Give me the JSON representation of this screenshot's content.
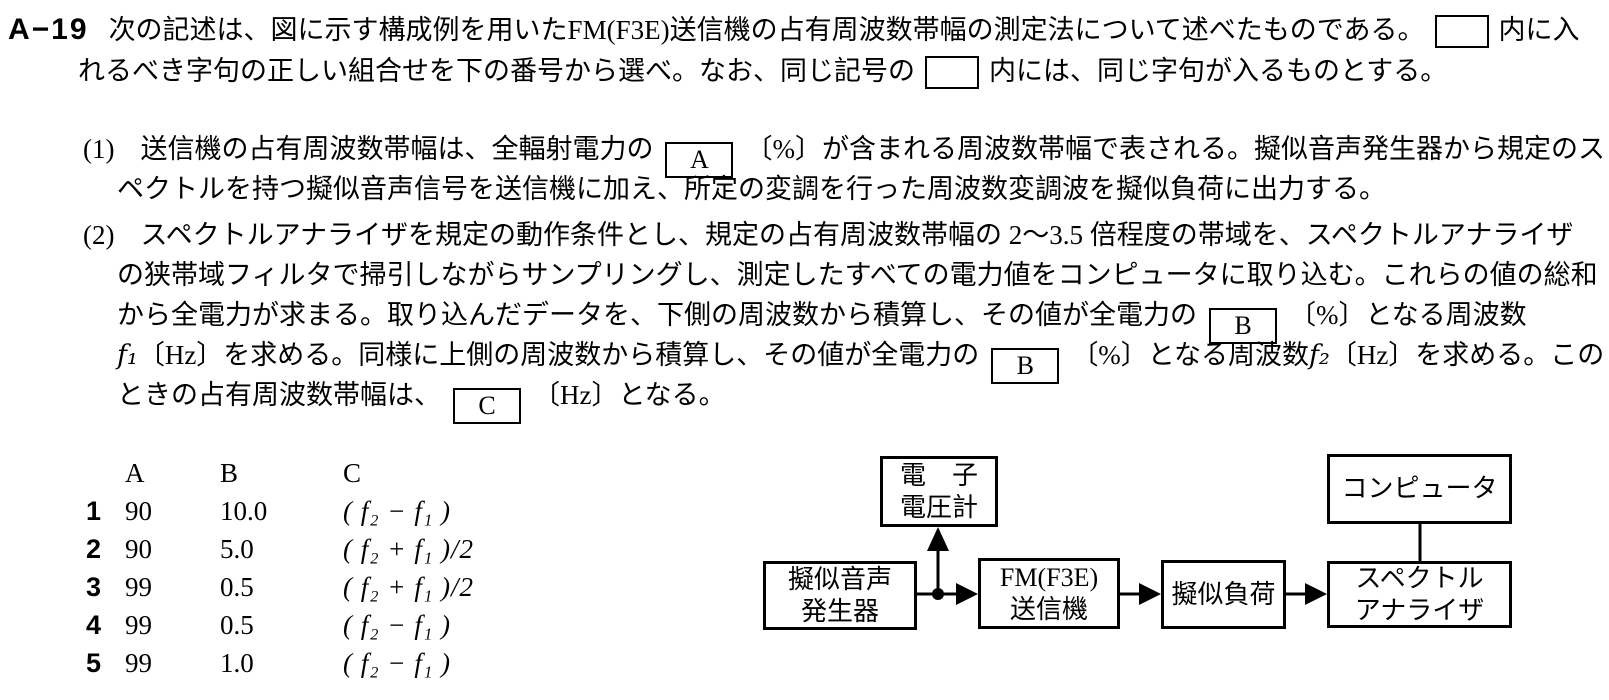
{
  "colors": {
    "text": "#000000",
    "background": "#ffffff",
    "line": "#000000"
  },
  "question": {
    "id": "A−19",
    "header_line1": "次の記述は、図に示す構成例を用いたFM(F3E)送信機の占有周波数帯幅の測定法について述べたものである。",
    "header_line1_tail": "内に入",
    "header_line2_head": "れるべき字句の正しい組合せを下の番号から選べ。なお、同じ記号の",
    "header_line2_tail": "内には、同じ字句が入るものとする。",
    "item1_marker": "(1)",
    "item1_line1_head": "送信機の占有周波数帯幅は、全輻射電力の",
    "blank_a_label": "A",
    "item1_line1_tail": "〔%〕が含まれる周波数帯幅で表される。擬似音声発生器から規定のス",
    "item1_line2": "ペクトルを持つ擬似音声信号を送信機に加え、所定の変調を行った周波数変調波を擬似負荷に出力する。",
    "item2_marker": "(2)",
    "item2_line1": "スペクトルアナライザを規定の動作条件とし、規定の占有周波数帯幅の 2〜3.5 倍程度の帯域を、スペクトルアナライザ",
    "item2_line2": "の狭帯域フィルタで掃引しながらサンプリングし、測定したすべての電力値をコンピュータに取り込む。これらの値の総和",
    "item2_line3_head": "から全電力が求まる。取り込んだデータを、下側の周波数から積算し、その値が全電力の",
    "blank_b_label": "B",
    "item2_line3_tail": "〔%〕となる周波数",
    "item2_line4_f1": "f₁",
    "item2_line4_seg1": "〔Hz〕を求める。同様に上側の周波数から積算し、その値が全電力の",
    "item2_line4_seg2": "〔%〕となる周波数",
    "item2_line4_f2": "f₂",
    "item2_line4_seg3": "〔Hz〕を求める。この",
    "item2_line5_head": "ときの占有周波数帯幅は、",
    "blank_c_label": "C",
    "item2_line5_tail": "〔Hz〕となる。"
  },
  "choices": {
    "col_headers": {
      "a": "A",
      "b": "B",
      "c": "C"
    },
    "rows": [
      {
        "num": "1",
        "a": "90",
        "b": "10.0",
        "c": "( f₂ − f₁ )"
      },
      {
        "num": "2",
        "a": "90",
        "b": "5.0",
        "c": "( f₂ + f₁ )/2"
      },
      {
        "num": "3",
        "a": "99",
        "b": "0.5",
        "c": "( f₂ + f₁ )/2"
      },
      {
        "num": "4",
        "a": "99",
        "b": "0.5",
        "c": "( f₂ − f₁ )"
      },
      {
        "num": "5",
        "a": "99",
        "b": "1.0",
        "c": "( f₂ − f₁ )"
      }
    ]
  },
  "diagram": {
    "voltmeter_line1": "電　子",
    "voltmeter_line2": "電圧計",
    "audio_gen_line1": "擬似音声",
    "audio_gen_line2": "発生器",
    "transmitter_line1": "FM(F3E)",
    "transmitter_line2": "送信機",
    "dummy_load": "擬似負荷",
    "analyzer_line1": "スペクトル",
    "analyzer_line2": "アナライザ",
    "computer": "コンピュータ"
  }
}
